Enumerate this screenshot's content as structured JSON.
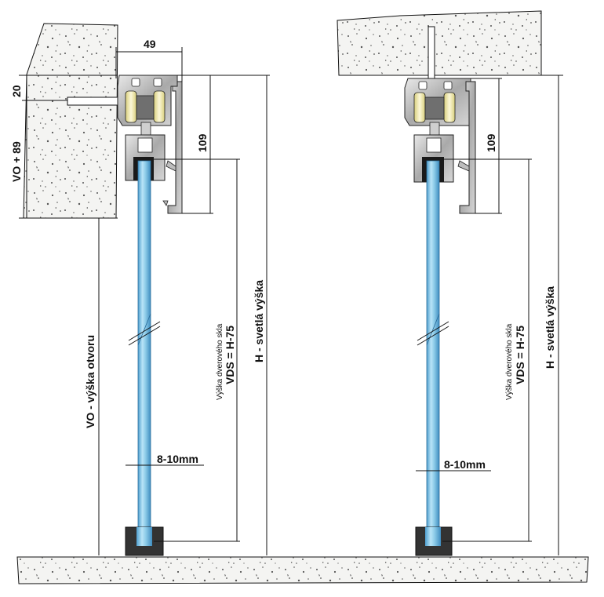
{
  "left": {
    "dim_49": "49",
    "dim_20": "20",
    "dim_vo89": "VO + 89",
    "dim_109": "109",
    "vo_label": "VO - výška otvoru",
    "glass_label": "Výška dverového skla",
    "vds_label": "VDS = H-75",
    "h_label": "H - svetlá výška",
    "thickness_label": "8-10mm"
  },
  "right": {
    "dim_109": "109",
    "glass_label": "Výška dverového skla",
    "vds_label": "VDS = H-75",
    "h_label": "H - svetlá výška",
    "thickness_label": "8-10mm"
  },
  "colors": {
    "concrete": "#e9e9e6",
    "glass": "#8ccbe8",
    "aluminum": "#b8b8b8",
    "roller": "#f2ecc0"
  }
}
